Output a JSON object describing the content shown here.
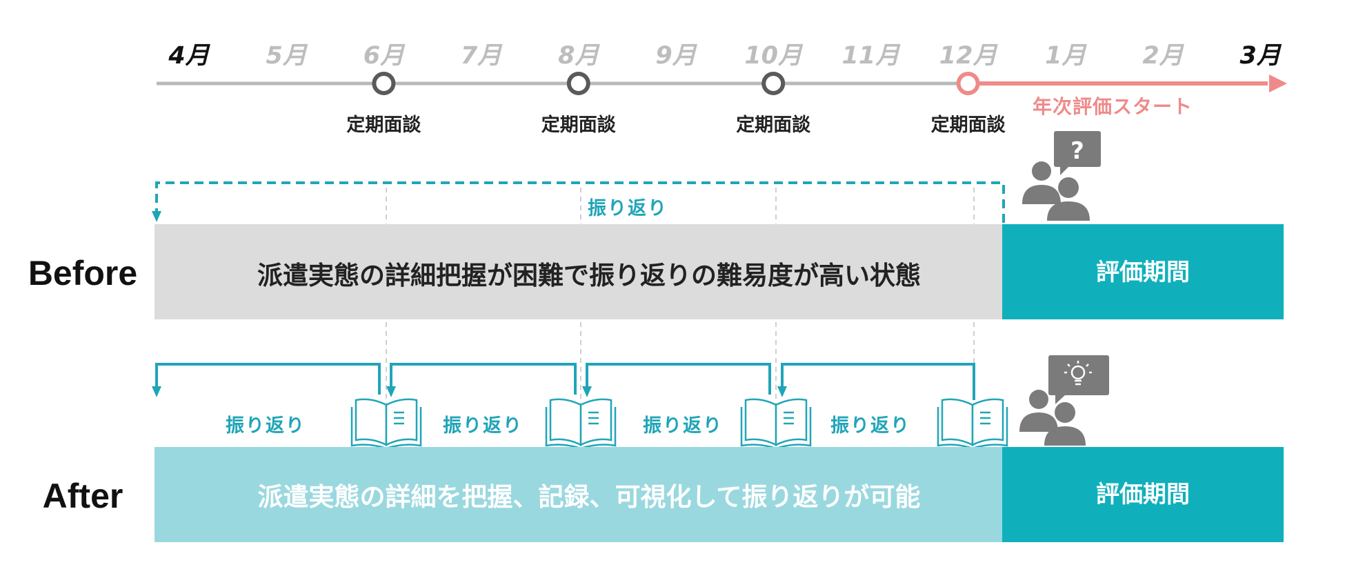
{
  "timeline": {
    "months": [
      {
        "label": "4月",
        "emphasis": true
      },
      {
        "label": "5月",
        "emphasis": false
      },
      {
        "label": "6月",
        "emphasis": false
      },
      {
        "label": "7月",
        "emphasis": false
      },
      {
        "label": "8月",
        "emphasis": false
      },
      {
        "label": "9月",
        "emphasis": false
      },
      {
        "label": "10月",
        "emphasis": false
      },
      {
        "label": "11月",
        "emphasis": false
      },
      {
        "label": "12月",
        "emphasis": false
      },
      {
        "label": "1月",
        "emphasis": false
      },
      {
        "label": "2月",
        "emphasis": false
      },
      {
        "label": "3月",
        "emphasis": true
      }
    ],
    "meeting_label": "定期面談",
    "meeting_months": [
      "6月",
      "8月",
      "10月",
      "12月"
    ],
    "annual_start_label": "年次評価スタート"
  },
  "before": {
    "row_label": "Before",
    "reflection_label": "振り返り",
    "main_text": "派遣実態の詳細把握が困難で振り返りの難易度が高い状態",
    "eval_text": "評価期間",
    "icon": "people-question-icon"
  },
  "after": {
    "row_label": "After",
    "reflection_labels": [
      "振り返り",
      "振り返り",
      "振り返り",
      "振り返り"
    ],
    "main_text": "派遣実態の詳細を把握、記録、可視化して振り返りが可能",
    "eval_text": "評価期間",
    "icon": "people-lightbulb-icon",
    "record_icon": "book-icon"
  },
  "colors": {
    "teal": "#0fb0bc",
    "light_teal": "#9ad8df",
    "arrow_teal": "#20a5b8",
    "gray_bar": "#dcdcdc",
    "timeline_gray": "#b9b9b9",
    "meeting_circle": "#5a5a5a",
    "accent_pink": "#ef8a8a",
    "month_dim": "#bdbdbd",
    "month_strong": "#111111",
    "icon_gray": "#7b7b7b"
  }
}
